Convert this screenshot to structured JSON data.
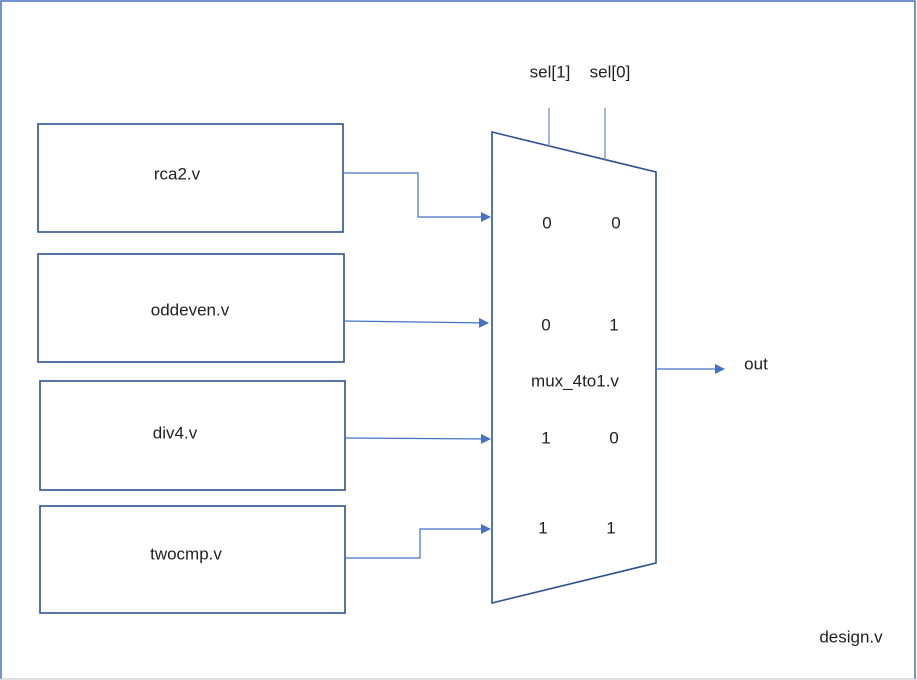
{
  "modules": [
    {
      "name": "rca2.v"
    },
    {
      "name": "oddeven.v"
    },
    {
      "name": "div4.v"
    },
    {
      "name": "twocmp.v"
    }
  ],
  "mux": {
    "name": "mux_4to1.v",
    "select_labels": [
      "sel[1]",
      "sel[0]"
    ],
    "codes": [
      [
        "0",
        "0"
      ],
      [
        "0",
        "1"
      ],
      [
        "1",
        "0"
      ],
      [
        "1",
        "1"
      ]
    ]
  },
  "output_label": "out",
  "design_label": "design.v",
  "colors": {
    "box_stroke": "#2f528f",
    "wire": "#4472c4",
    "frame": "#4472c4",
    "text": "#1f1f1f"
  }
}
